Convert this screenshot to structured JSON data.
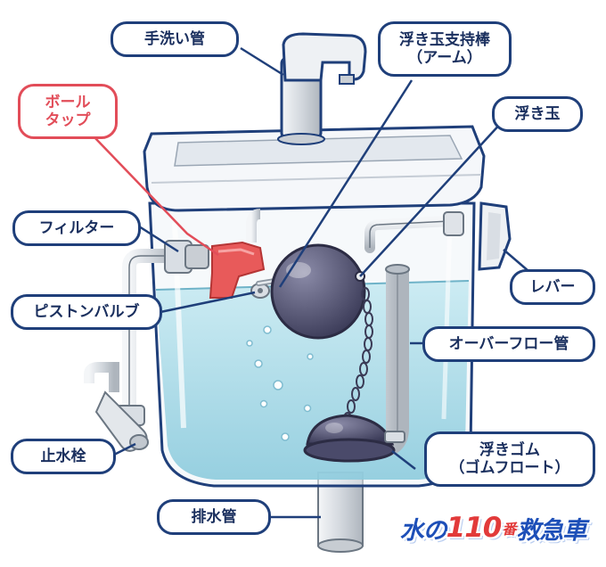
{
  "labels": {
    "faucet": "手洗い管",
    "arm": [
      "浮き玉支持棒",
      "（アーム）"
    ],
    "ball_tap": [
      "ボール",
      "タップ"
    ],
    "float_ball": "浮き玉",
    "filter": "フィルター",
    "lever": "レバー",
    "piston_valve": "ピストンバルブ",
    "overflow_pipe": "オーバーフロー管",
    "stop_valve": "止水栓",
    "flapper": [
      "浮きゴム",
      "（ゴムフロート）"
    ],
    "drain_pipe": "排水管"
  },
  "logo": {
    "part1": "水の",
    "number": "110",
    "part2": "番",
    "part3": "救急車"
  },
  "colors": {
    "outline": "#1f3f7a",
    "highlight": "#e24d59",
    "water": "#a9dce9",
    "ball": "#4a4a6a",
    "pipe": "#d5d9de"
  }
}
